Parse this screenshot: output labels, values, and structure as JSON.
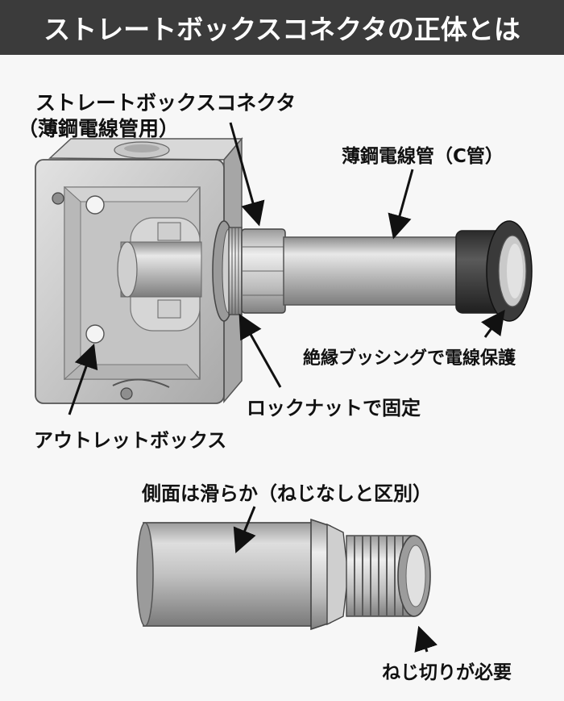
{
  "title": "ストレートボックスコネクタの正体とは",
  "labels": {
    "connector_line1": "ストレートボックスコネクタ",
    "connector_line2": "（薄鋼電線管用）",
    "conduit": "薄鋼電線管（C管）",
    "bushing": "絶縁ブッシングで電線保護",
    "locknut": "ロックナットで固定",
    "outlet_box": "アウトレットボックス",
    "smooth_side": "側面は滑らか（ねじなしと区別）",
    "thread_needed": "ねじ切りが必要"
  },
  "colors": {
    "banner": "#3b3b3b",
    "metal_light": "#e6e6e6",
    "metal_mid": "#b8b8b8",
    "metal_dark": "#7a7a7a",
    "bushing": "#3a3a3a"
  }
}
